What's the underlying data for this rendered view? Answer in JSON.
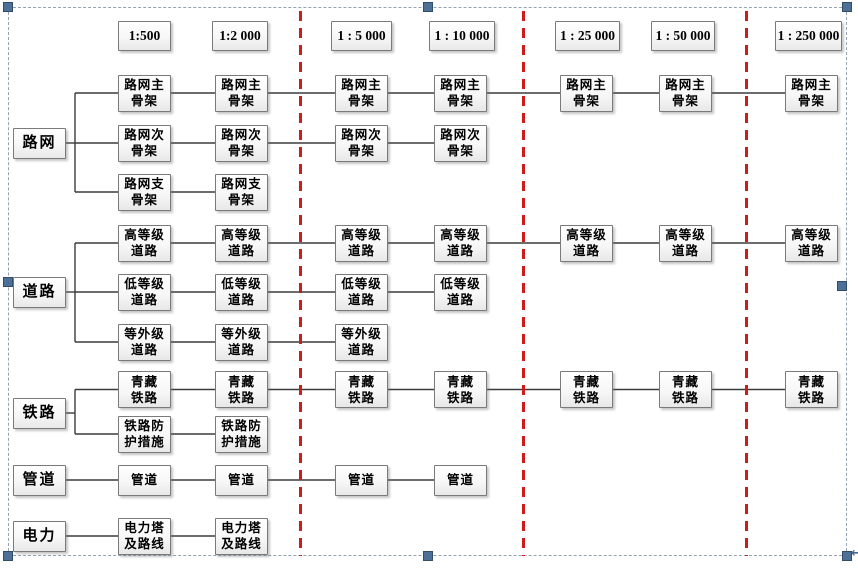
{
  "canvas": {
    "scale_headers": [
      "1:500",
      "1:2 000",
      "1 : 5 000",
      "1 : 10 000",
      "1 : 25 000",
      "1 : 50 000",
      "1 : 250 000"
    ],
    "categories": [
      {
        "label": "路网",
        "rows": [
          {
            "lines": [
              "路网主",
              "骨架"
            ],
            "span": 7
          },
          {
            "lines": [
              "路网次",
              "骨架"
            ],
            "span": 4
          },
          {
            "lines": [
              "路网支",
              "骨架"
            ],
            "span": 2
          }
        ]
      },
      {
        "label": "道路",
        "rows": [
          {
            "lines": [
              "高等级",
              "道路"
            ],
            "span": 7
          },
          {
            "lines": [
              "低等级",
              "道路"
            ],
            "span": 4
          },
          {
            "lines": [
              "等外级",
              "道路"
            ],
            "span": 3
          }
        ]
      },
      {
        "label": "铁路",
        "rows": [
          {
            "lines": [
              "青藏",
              "铁路"
            ],
            "span": 7
          },
          {
            "lines": [
              "铁路防",
              "护措施"
            ],
            "span": 2
          }
        ]
      },
      {
        "label": "管道",
        "rows": [
          {
            "lines": [
              "管道"
            ],
            "span": 4
          }
        ]
      },
      {
        "label": "电力",
        "rows": [
          {
            "lines": [
              "电力塔",
              "及路线"
            ],
            "span": 2
          }
        ]
      }
    ],
    "colors": {
      "separator_red": "#d01b1b",
      "connector": "#3c3c3c",
      "node_border": "#7a7a7a",
      "selection_handle": "#4e7096"
    },
    "paragraph_mark": "↵"
  }
}
